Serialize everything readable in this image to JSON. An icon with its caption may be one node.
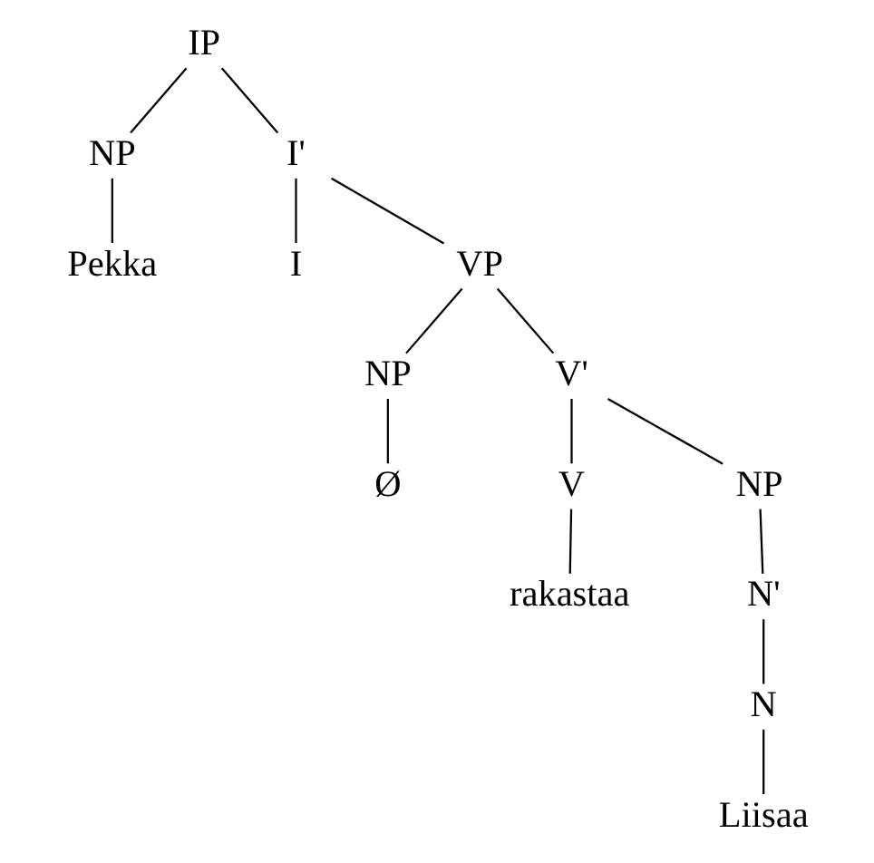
{
  "diagram": {
    "nodes": [
      {
        "text": [
          "IP"
        ]
      },
      {
        "text": [
          "NP"
        ]
      },
      {
        "text": [
          "I'"
        ]
      },
      {
        "text": [
          "Pekka"
        ]
      },
      {
        "text": [
          "I"
        ]
      },
      {
        "text": [
          "VP"
        ]
      },
      {
        "text": [
          "NP"
        ]
      },
      {
        "text": [
          "V'"
        ]
      },
      {
        "text": [
          "Ø"
        ]
      },
      {
        "text": [
          "V"
        ]
      },
      {
        "text": [
          "NP"
        ]
      },
      {
        "text": [
          "rakastaa"
        ]
      },
      {
        "text": [
          "N'"
        ]
      },
      {
        "text": [
          "N"
        ]
      },
      {
        "text": [
          "Liisaa"
        ]
      }
    ],
    "edges": [
      {
        "from": 0,
        "to": 1,
        "arrow": "none"
      },
      {
        "from": 0,
        "to": 2,
        "arrow": "none"
      },
      {
        "from": 1,
        "to": 3,
        "arrow": "none"
      },
      {
        "from": 2,
        "to": 4,
        "arrow": "none"
      },
      {
        "from": 2,
        "to": 5,
        "arrow": "none"
      },
      {
        "from": 5,
        "to": 6,
        "arrow": "none"
      },
      {
        "from": 5,
        "to": 7,
        "arrow": "none"
      },
      {
        "from": 6,
        "to": 8,
        "arrow": "none"
      },
      {
        "from": 7,
        "to": 9,
        "arrow": "none"
      },
      {
        "from": 7,
        "to": 10,
        "arrow": "none"
      },
      {
        "from": 9,
        "to": 11,
        "arrow": "none"
      },
      {
        "from": 10,
        "to": 12,
        "arrow": "none"
      },
      {
        "from": 12,
        "to": 13,
        "arrow": "none"
      },
      {
        "from": 13,
        "to": 14,
        "arrow": "none"
      }
    ]
  }
}
